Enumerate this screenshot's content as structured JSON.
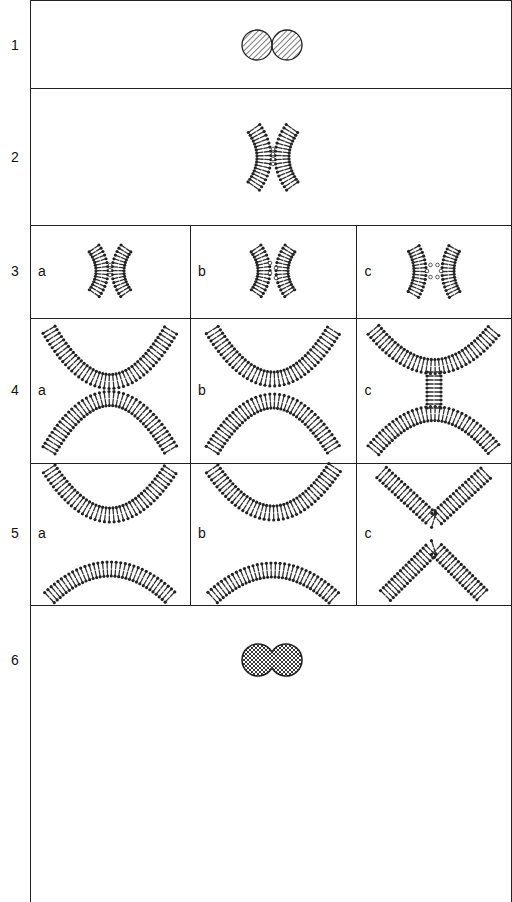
{
  "diagram": {
    "labels": [
      "1",
      "2",
      "3",
      "a",
      "b",
      "c",
      "4",
      "a",
      "b",
      "c",
      "5",
      "a",
      "b",
      "c",
      "6"
    ]
  }
}
